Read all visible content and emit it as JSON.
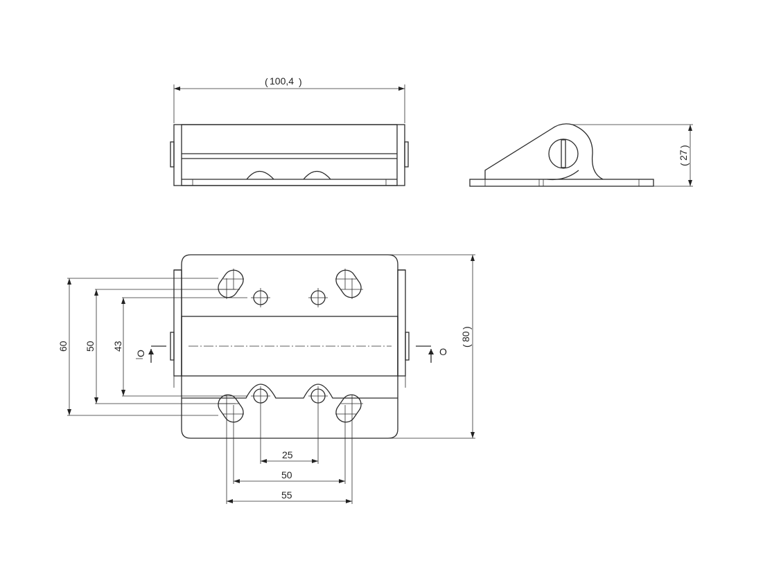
{
  "dimensions": {
    "top_width": "100,4",
    "side_height": "27",
    "plan_height": "80",
    "vert_60": "60",
    "vert_50": "50",
    "vert_43": "43",
    "horiz_25": "25",
    "horiz_50": "50",
    "horiz_55": "55"
  },
  "section_marks": {
    "left": "O",
    "right": "O"
  }
}
